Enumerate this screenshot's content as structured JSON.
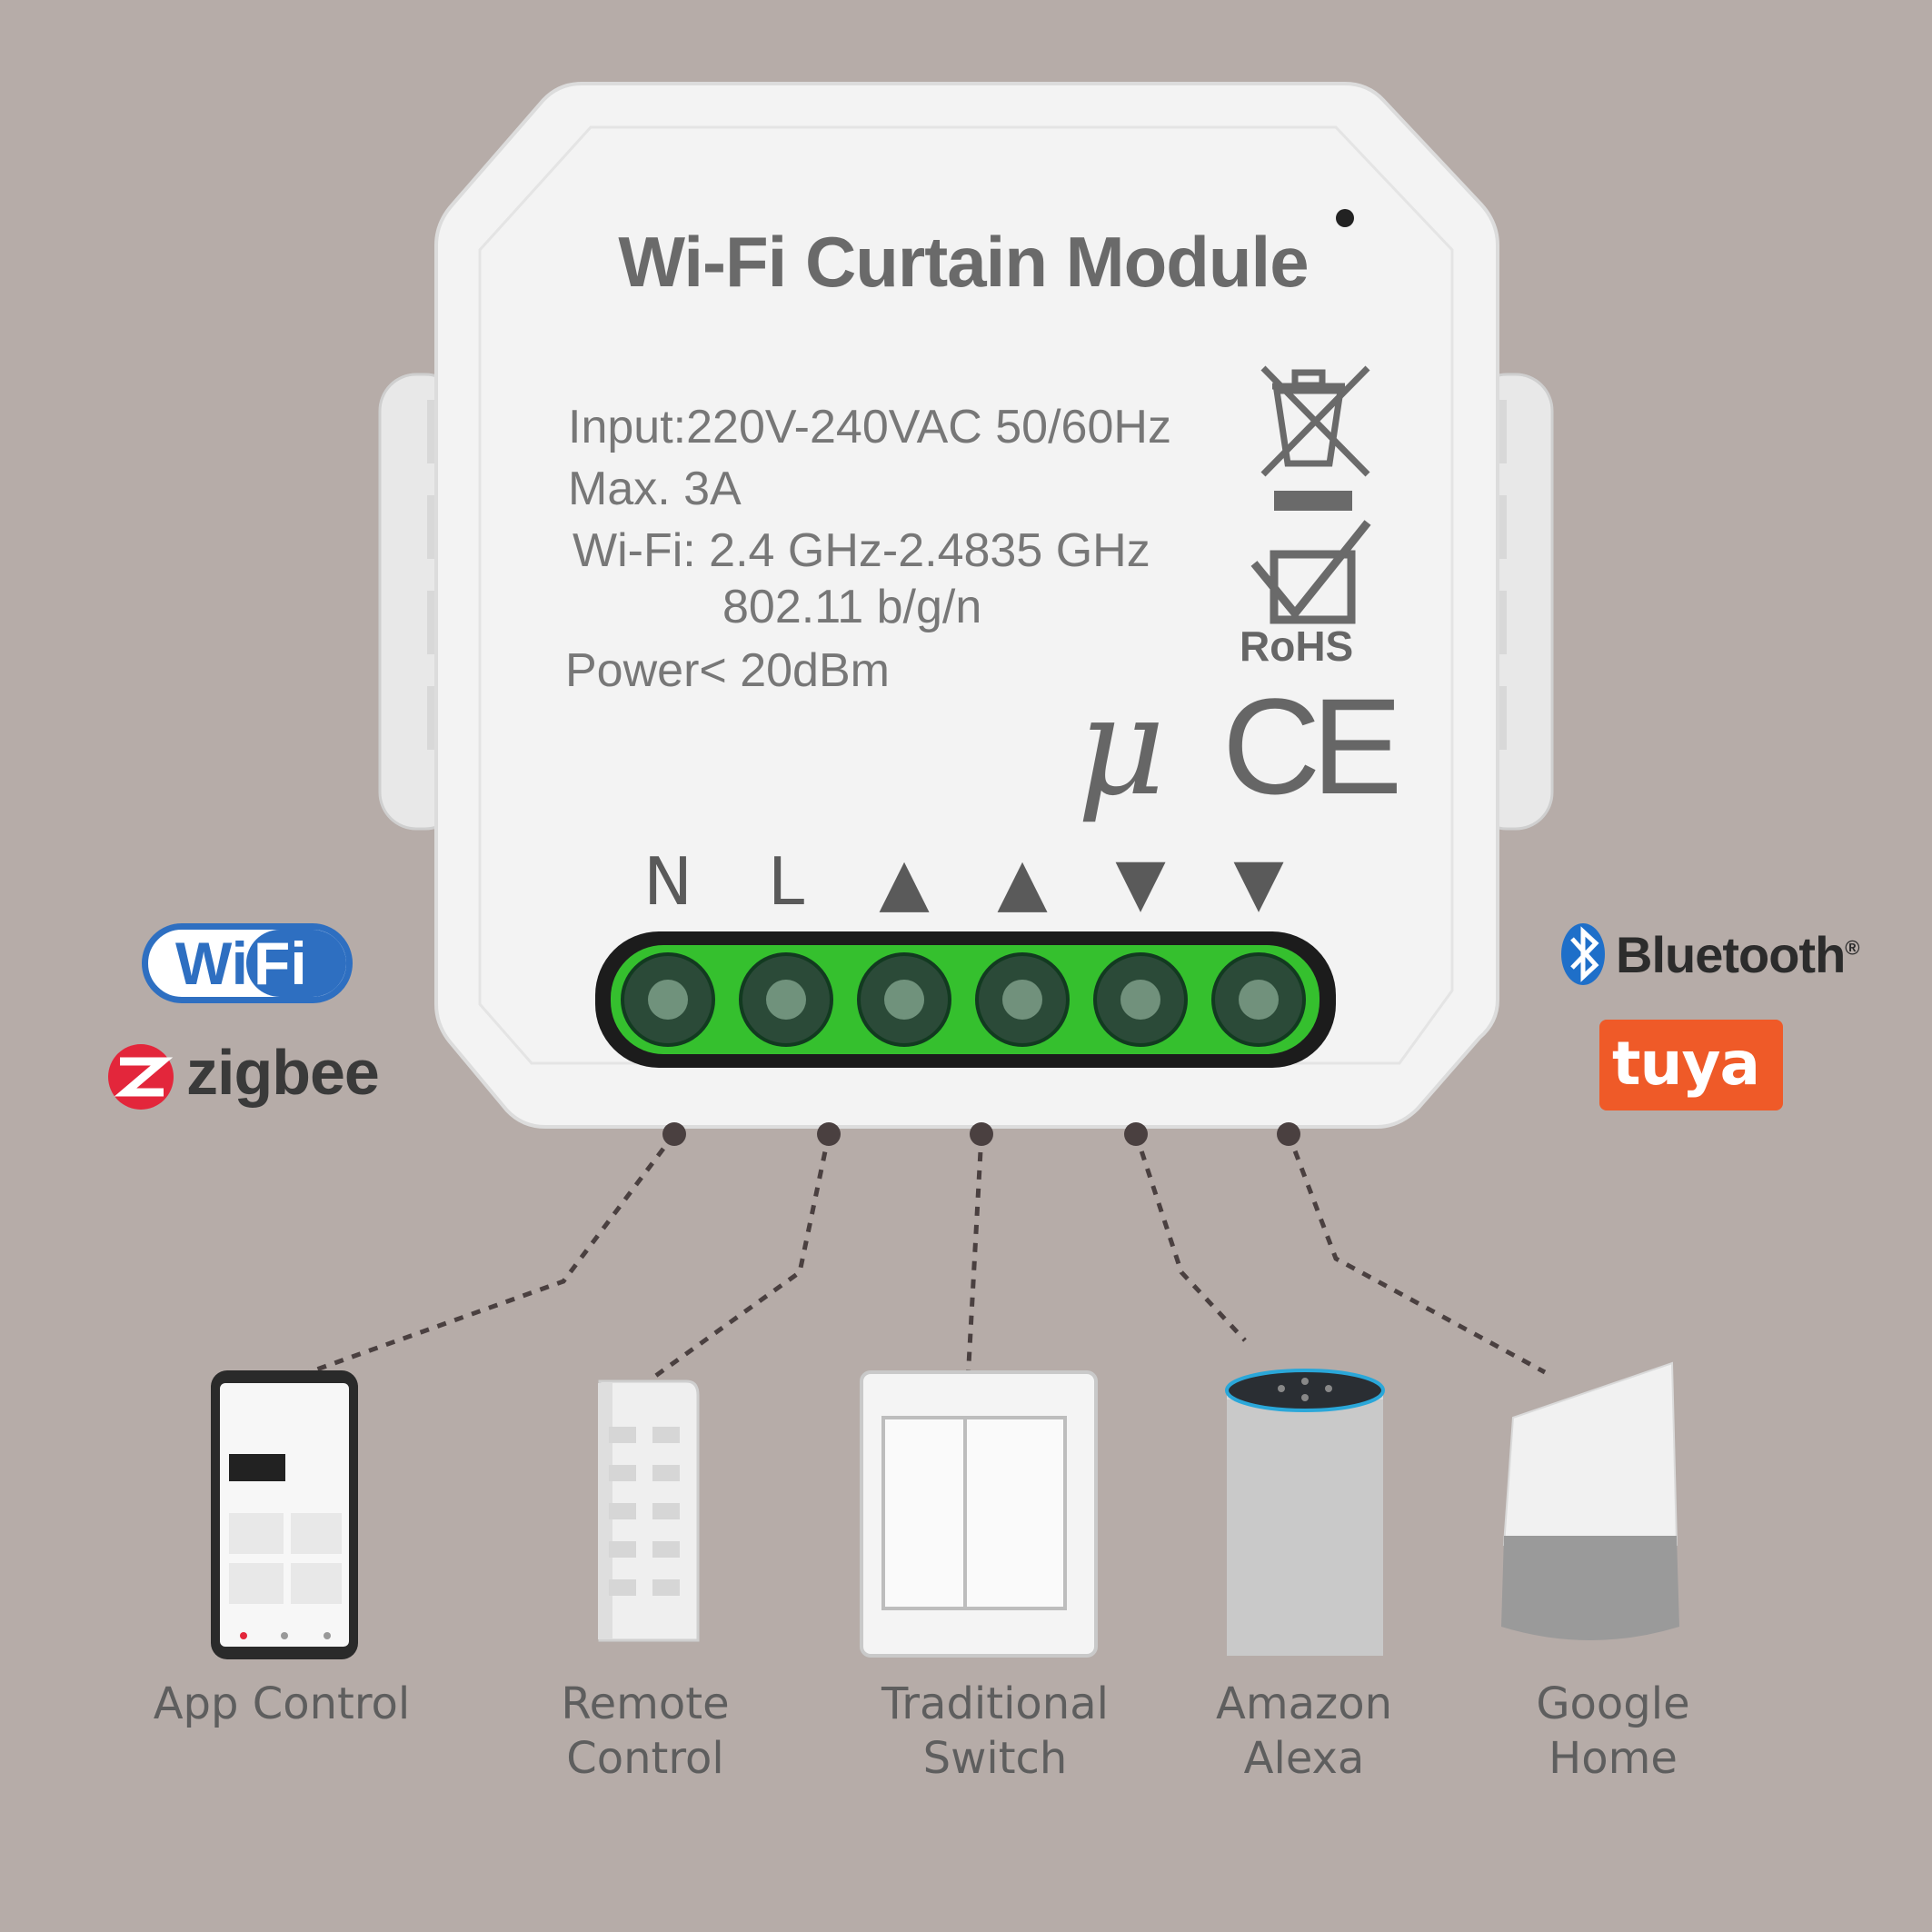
{
  "module": {
    "title": "Wi-Fi Curtain Module",
    "specs": {
      "input": "Input:220V-240VAC 50/60Hz",
      "max": "Max. 3A",
      "wifi": "Wi-Fi: 2.4 GHz-2.4835 GHz",
      "standard": "802.11 b/g/n",
      "power": "Power< 20dBm"
    },
    "certifications": {
      "rohs": "RoHS",
      "mu": "μ",
      "ce": "CE"
    },
    "terminals": [
      "N",
      "L",
      "▲",
      "▲",
      "▼",
      "▼"
    ]
  },
  "protocols": {
    "left": {
      "wifi_part1": "Wi",
      "wifi_part2": "Fi",
      "zigbee": "zigbee"
    },
    "right": {
      "bluetooth": "Bluetooth",
      "bluetooth_mark": "®",
      "tuya": "tuya"
    }
  },
  "devices": [
    {
      "line1": "App Control",
      "line2": ""
    },
    {
      "line1": "Remote",
      "line2": "Control"
    },
    {
      "line1": "Traditional",
      "line2": "Switch"
    },
    {
      "line1": "Amazon",
      "line2": "Alexa"
    },
    {
      "line1": "Google",
      "line2": "Home"
    }
  ],
  "colors": {
    "background": "#b6aca8",
    "module_body": "#f2f2f2",
    "terminal_green": "#35c02e",
    "wifi_blue": "#2e6fc1",
    "zigbee_red": "#e3263b",
    "bluetooth_blue": "#1e6fc9",
    "tuya_orange": "#ef5a28",
    "connector_line": "#4a4040"
  },
  "icons": [
    "wifi-logo-icon",
    "zigbee-logo-icon",
    "bluetooth-logo-icon",
    "tuya-logo-icon",
    "weee-bin-icon",
    "rohs-check-icon",
    "smartphone-icon",
    "remote-control-icon",
    "wall-switch-icon",
    "amazon-echo-icon",
    "google-home-icon"
  ]
}
